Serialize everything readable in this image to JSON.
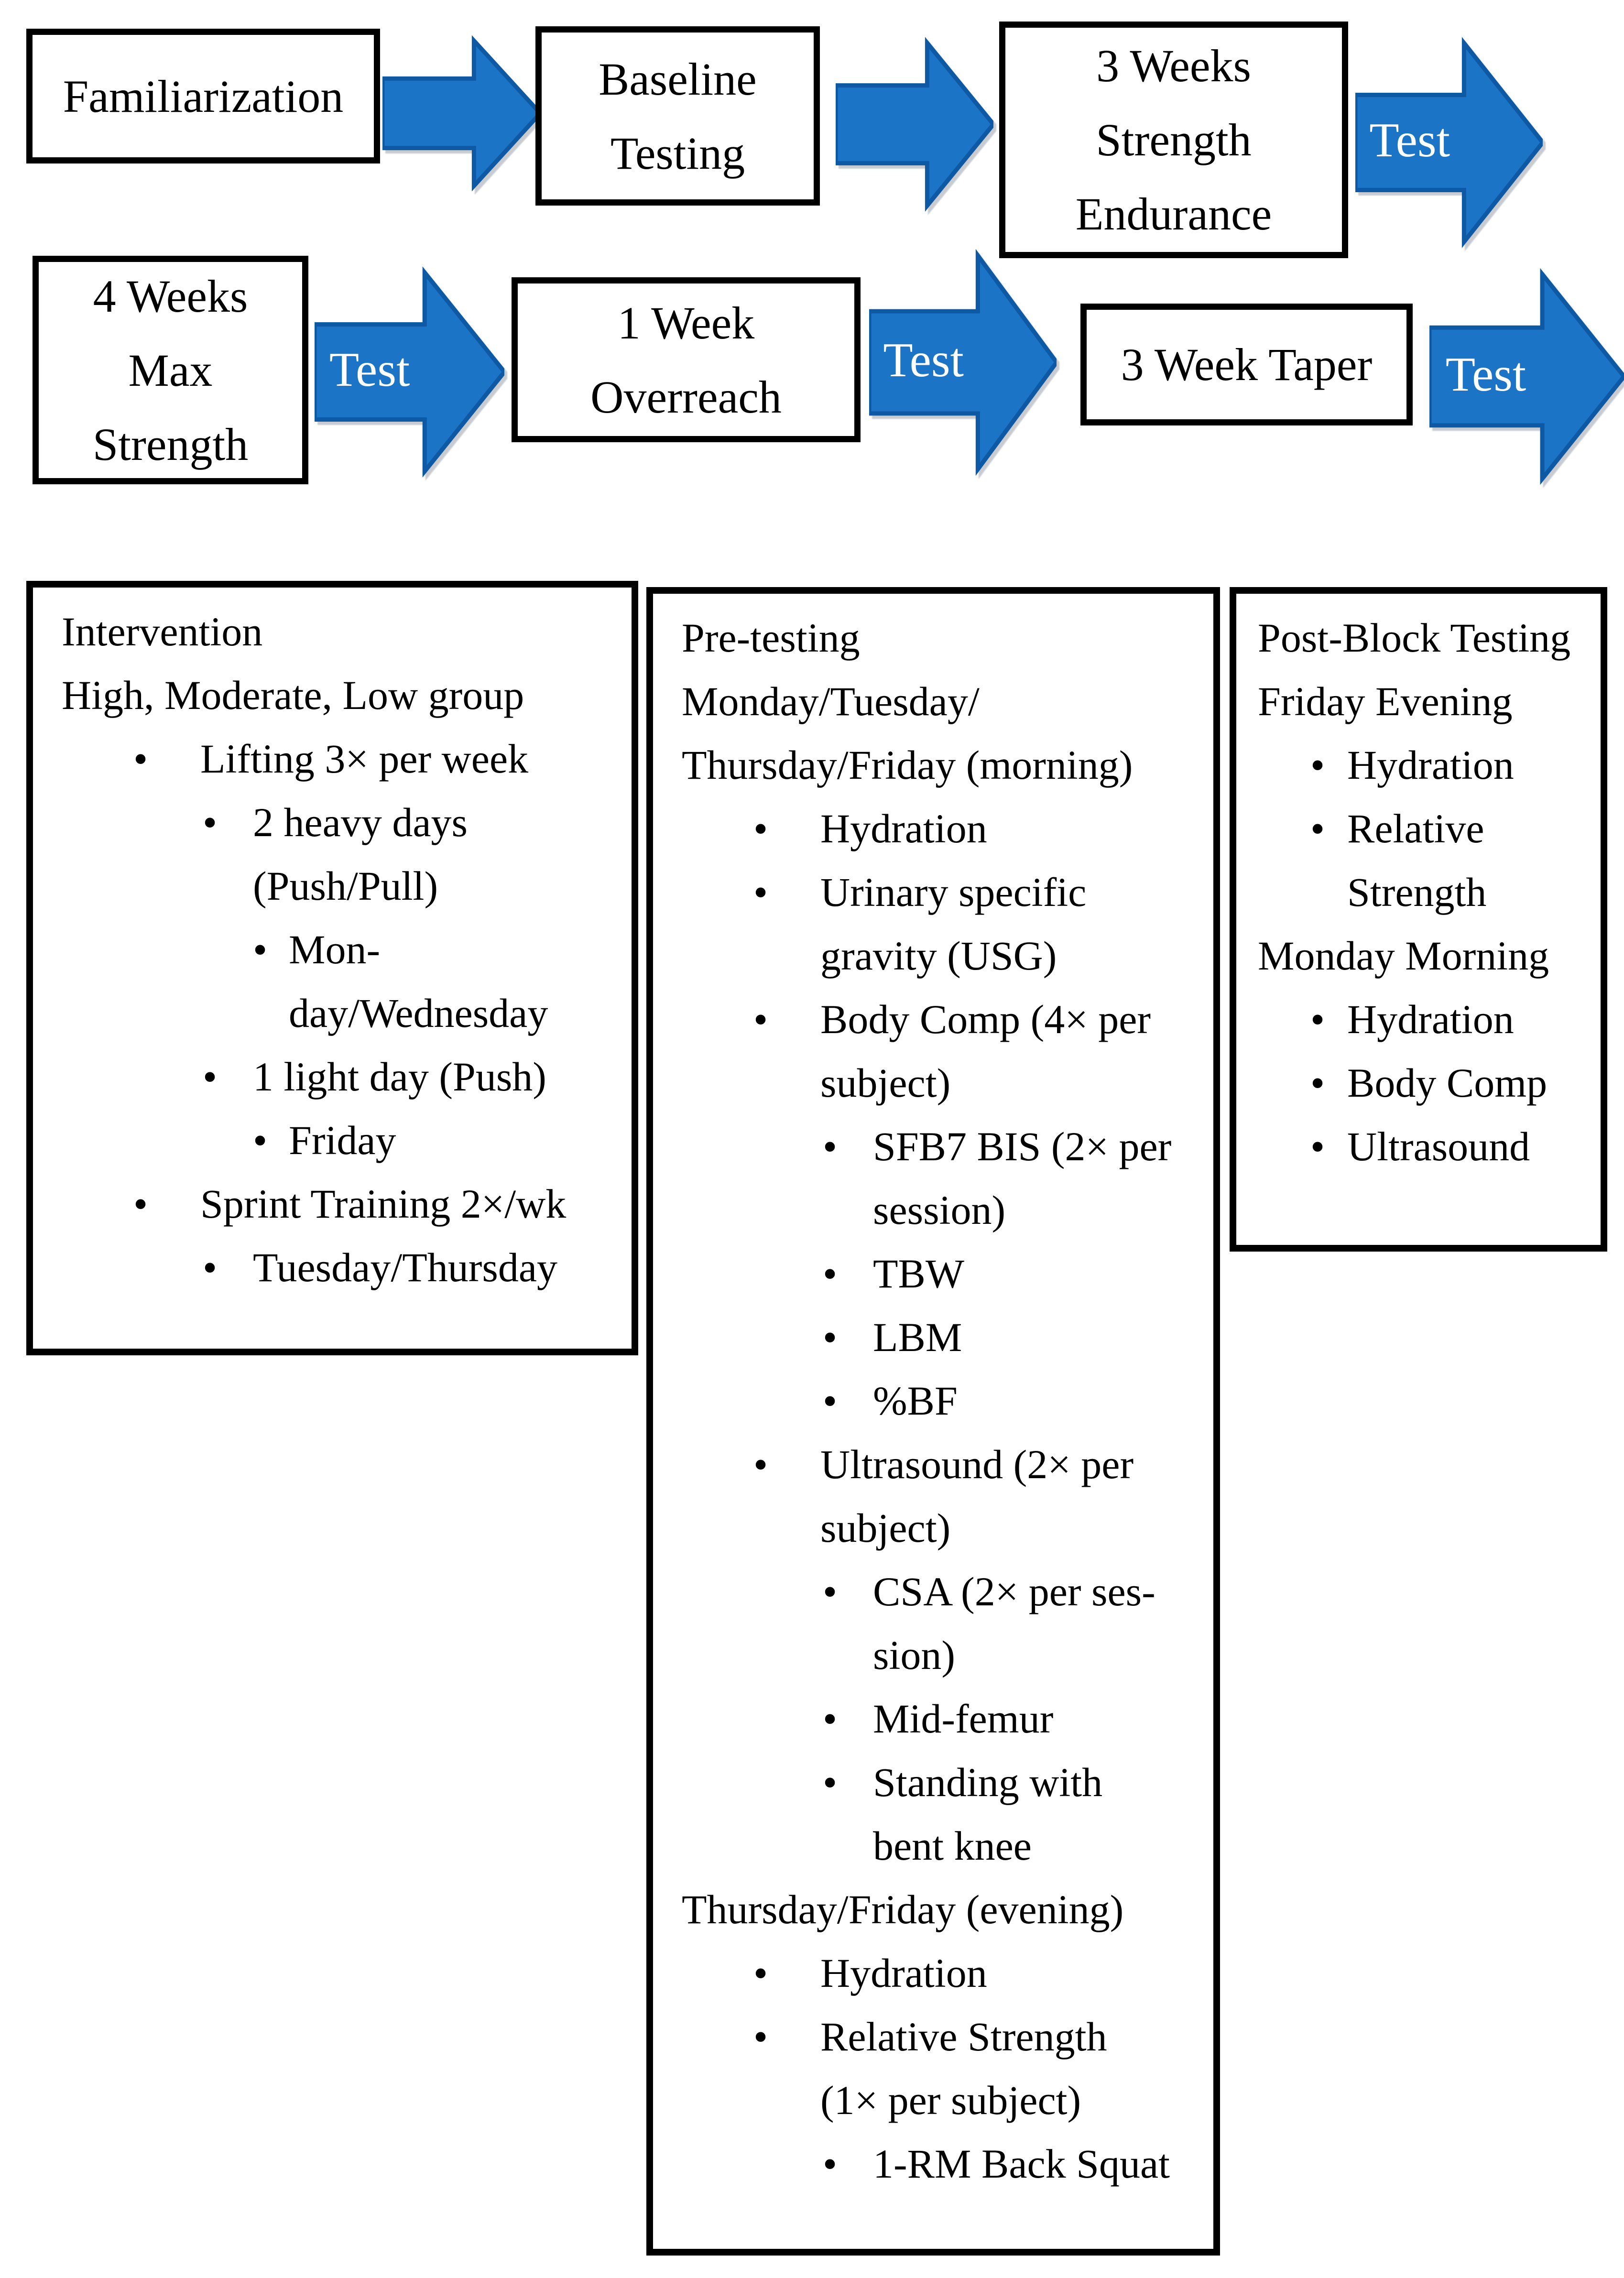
{
  "ui": {
    "bullet": "•"
  },
  "colors": {
    "arrow_fill": "#1B74C6",
    "arrow_stroke": "#0E59A4",
    "box_border": "#000000",
    "arrow_text": "#FFFFFF"
  },
  "flow": {
    "test_label": "Test",
    "box_familiarization": [
      "Familiarization"
    ],
    "box_baseline": [
      "Baseline",
      "Testing"
    ],
    "box_strength_endurance": [
      "3 Weeks",
      "Strength",
      "Endurance"
    ],
    "box_max_strength": [
      "4 Weeks",
      "Max",
      "Strength"
    ],
    "box_overreach": [
      "1 Week",
      "Overreach"
    ],
    "box_taper": [
      "3 Week Taper"
    ]
  },
  "panels": [
    {
      "title": "Intervention",
      "lines": [
        "Intervention",
        "High, Moderate, Low group",
        "Lifting 3× per week",
        "2 heavy days",
        "(Push/Pull)",
        "Mon-",
        "day/Wednesday",
        "1 light day (Push)",
        "Friday",
        "Sprint Training 2×/wk",
        "Tuesday/Thursday"
      ]
    },
    {
      "title": "Pre-testing",
      "lines": [
        "Pre-testing",
        "Monday/Tuesday/",
        "Thursday/Friday (morning)",
        "Hydration",
        "Urinary specific",
        "gravity (USG)",
        "Body Comp (4× per",
        "subject)",
        "SFB7 BIS (2× per",
        "session)",
        "TBW",
        "LBM",
        "%BF",
        "Ultrasound (2× per",
        "subject)",
        "CSA (2× per ses-",
        "sion)",
        "Mid-femur",
        "Standing with",
        "bent knee",
        "Thursday/Friday (evening)",
        "Hydration",
        "Relative Strength",
        "(1× per subject)",
        "1-RM Back Squat"
      ]
    },
    {
      "title": "Post-Block Testing",
      "lines": [
        "Post-Block Testing",
        "Friday Evening",
        "Hydration",
        "Relative",
        "Strength",
        "Monday Morning",
        "Hydration",
        "Body Comp",
        "Ultrasound"
      ]
    }
  ]
}
